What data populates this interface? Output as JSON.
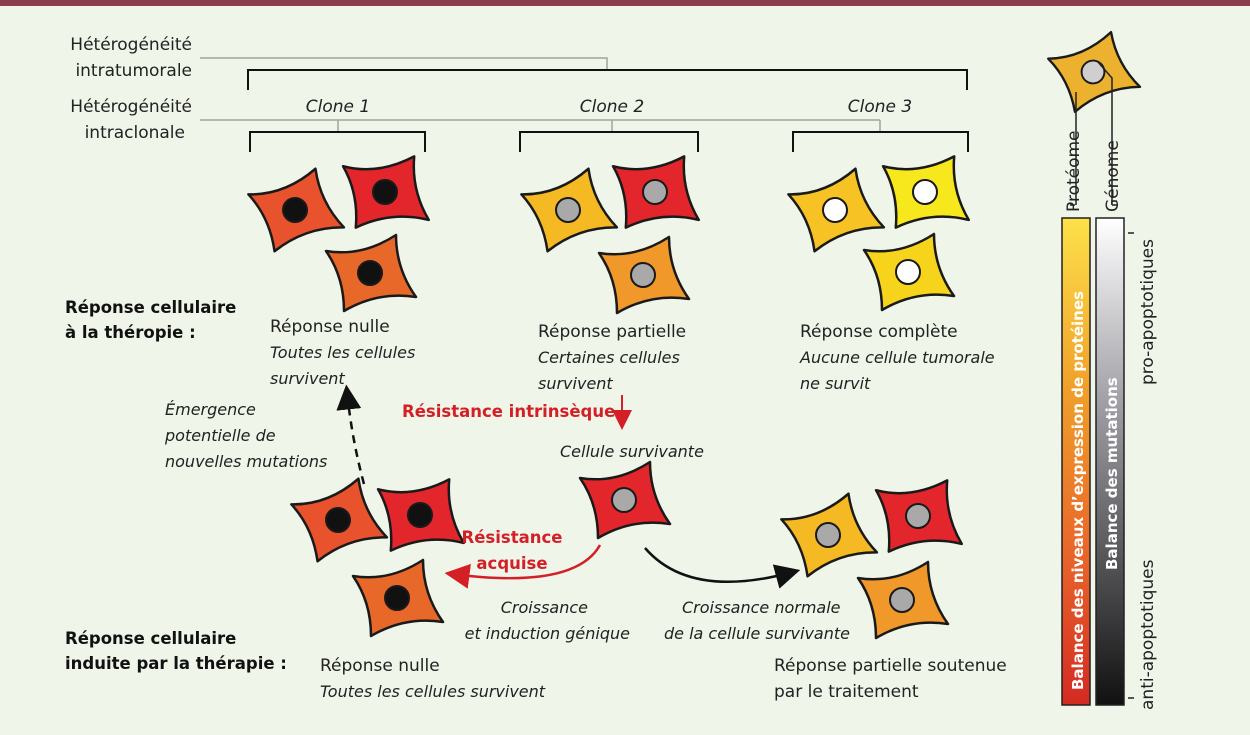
{
  "colors": {
    "top_bar": "#8b3d4b",
    "background": "#eff5e9",
    "red_accent": "#d41f26",
    "grey_line": "#a0a39c"
  },
  "hierarchy": {
    "intratumoral": [
      "Hétérogénéité",
      "intratumorale"
    ],
    "intraclonal": [
      "Hétérogénéité",
      "intraclonale"
    ],
    "clones": [
      "Clone 1",
      "Clone 2",
      "Clone 3"
    ]
  },
  "rows": {
    "therapy_response": [
      "Réponse cellulaire",
      "à la théropie :"
    ],
    "induced_response": [
      "Réponse cellulaire",
      "induite par la thérapie :"
    ]
  },
  "responses": {
    "clone1": {
      "title": "Réponse nulle",
      "desc": [
        "Toutes les cellules",
        "survivent"
      ]
    },
    "clone2": {
      "title": "Réponse partielle",
      "desc": [
        "Certaines cellules",
        "survivent"
      ]
    },
    "clone3": {
      "title": "Réponse complète",
      "desc": [
        "Aucune cellule tumorale",
        "ne survit"
      ]
    },
    "bottom_left": {
      "title": "Réponse nulle",
      "desc": [
        "Toutes les cellules survivent"
      ]
    },
    "bottom_right": {
      "title": [
        "Réponse partielle soutenue",
        "par le traitement"
      ]
    }
  },
  "annotations": {
    "intrinsic": "Résistance intrinsèque",
    "survivor": "Cellule survivante",
    "emergence": [
      "Émergence",
      "potentielle de",
      "nouvelles mutations"
    ],
    "acquired": [
      "Résistance",
      "acquise"
    ],
    "growth_induction": [
      "Croissance",
      "et induction génique"
    ],
    "normal_growth": [
      "Croissance normale",
      "de la cellule survivante"
    ]
  },
  "legend": {
    "proteome": "Protéome",
    "genome": "Génome",
    "protein_bar": "Balance des niveaux d’expression de protéines",
    "mutation_bar": "Balance des mutations",
    "pro": "pro-apoptotiques",
    "anti": "anti-apoptotiques",
    "protein_gradient": [
      "#fde14a",
      "#f0a02a",
      "#e8642a",
      "#d42a22"
    ],
    "mutation_gradient": [
      "#ffffff",
      "#9a9aa0",
      "#111111"
    ]
  },
  "cells": [
    {
      "group": "clone1",
      "fill": "#e8522c",
      "nucleus": "#111111"
    },
    {
      "group": "clone1",
      "fill": "#e2262b",
      "nucleus": "#111111"
    },
    {
      "group": "clone1",
      "fill": "#e8682a",
      "nucleus": "#111111"
    },
    {
      "group": "clone2",
      "fill": "#f5b923",
      "nucleus": "#a9a9a9"
    },
    {
      "group": "clone2",
      "fill": "#e2262b",
      "nucleus": "#a9a9a9"
    },
    {
      "group": "clone2",
      "fill": "#f0982a",
      "nucleus": "#a9a9a9"
    },
    {
      "group": "clone3",
      "fill": "#f6c224",
      "nucleus": "#ffffff"
    },
    {
      "group": "clone3",
      "fill": "#f6e81c",
      "nucleus": "#ffffff"
    },
    {
      "group": "clone3",
      "fill": "#f6d41c",
      "nucleus": "#ffffff"
    },
    {
      "group": "survivor",
      "fill": "#e2262b",
      "nucleus": "#a9a9a9"
    },
    {
      "group": "bottom_left",
      "fill": "#e8522c",
      "nucleus": "#111111"
    },
    {
      "group": "bottom_left",
      "fill": "#e2262b",
      "nucleus": "#111111"
    },
    {
      "group": "bottom_left",
      "fill": "#e8682a",
      "nucleus": "#111111"
    },
    {
      "group": "bottom_right",
      "fill": "#f5b923",
      "nucleus": "#a9a9a9"
    },
    {
      "group": "bottom_right",
      "fill": "#e2262b",
      "nucleus": "#a9a9a9"
    },
    {
      "group": "bottom_right",
      "fill": "#f0982a",
      "nucleus": "#a9a9a9"
    },
    {
      "group": "legend",
      "fill": "#ebb12f",
      "nucleus": "#cfcfcf"
    }
  ]
}
